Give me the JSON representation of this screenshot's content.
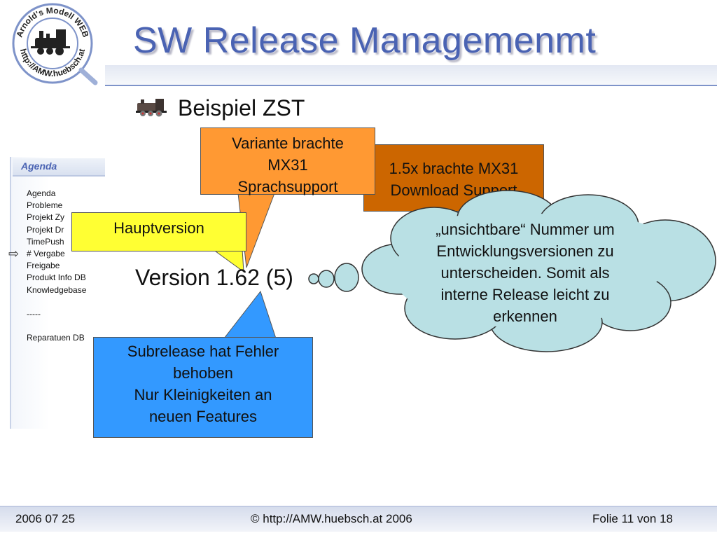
{
  "logo": {
    "text_top": "Arnold's Modell WEB",
    "text_bottom": "http://AMW.huebsch.at"
  },
  "slide": {
    "title": "SW Release Managemenmt",
    "subtitle": "Beispiel ZST"
  },
  "agenda": {
    "header": "Agenda",
    "items": [
      "Agenda",
      "Probleme",
      "Projekt Zy",
      "Projekt Dr",
      "TimePush",
      "# Vergabe",
      "Freigabe",
      "Produkt Info DB",
      "Knowledgebase",
      "",
      "-----",
      "",
      "Reparatuen DB"
    ],
    "current_index": 5
  },
  "callouts": {
    "variante": [
      "Variante brachte",
      "MX31",
      "Sprachsupport"
    ],
    "download": [
      "1.5x brachte MX31",
      "Download Support"
    ],
    "hauptversion": "Hauptversion",
    "subrelease": [
      "Subrelease hat Fehler",
      "behoben",
      "Nur Kleinigkeiten an",
      "neuen Features"
    ],
    "cloud": [
      "„unsichtbare“ Nummer um",
      "Entwicklungsversionen zu",
      "unterscheiden. Somit als",
      "interne Release leicht zu",
      "erkennen"
    ]
  },
  "version_label": "Version 1.62 (5)",
  "footer": {
    "date": "2006 07 25",
    "copyright": "© http://AMW.huebsch.at 2006",
    "page": "Folie 11 von  18"
  },
  "colors": {
    "title": "#4a63b3",
    "orange": "#ff9933",
    "rust": "#cc6600",
    "yellow": "#ffff33",
    "blue": "#3399ff",
    "cloud": "#b9e0e4"
  }
}
